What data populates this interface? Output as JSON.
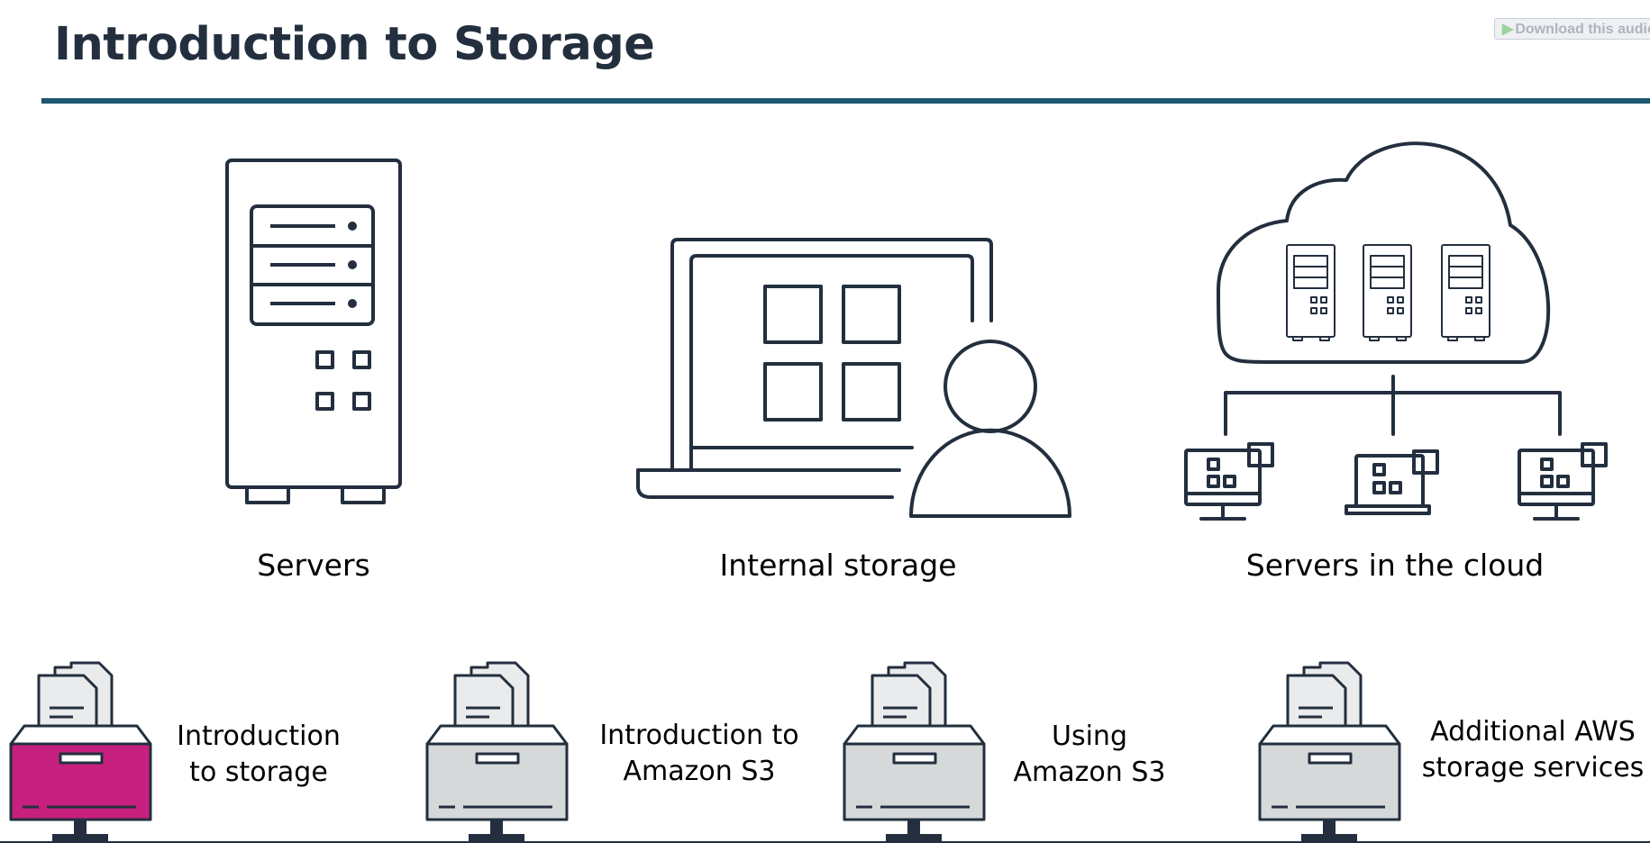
{
  "slide": {
    "title": "Introduction to Storage",
    "download_label": "Download this audio"
  },
  "illustrations": [
    {
      "name": "server-tower-icon",
      "caption": "Servers"
    },
    {
      "name": "laptop-user-icon",
      "caption": "Internal storage"
    },
    {
      "name": "cloud-servers-network-icon",
      "caption": "Servers in the cloud"
    }
  ],
  "nav": [
    {
      "line1": "Introduction",
      "line2": "to storage",
      "active": true,
      "color": "#c7207f"
    },
    {
      "line1": "Introduction to",
      "line2": "Amazon S3",
      "active": false,
      "color": "#d5d9da"
    },
    {
      "line1": "Using",
      "line2": "Amazon S3",
      "active": false,
      "color": "#d5d9da"
    },
    {
      "line1": "Additional AWS",
      "line2": "storage services",
      "active": false,
      "color": "#d5d9da"
    }
  ],
  "colors": {
    "ink": "#232f3e",
    "rule": "#1d5673",
    "active": "#c7207f",
    "inactive": "#d5d9da"
  }
}
